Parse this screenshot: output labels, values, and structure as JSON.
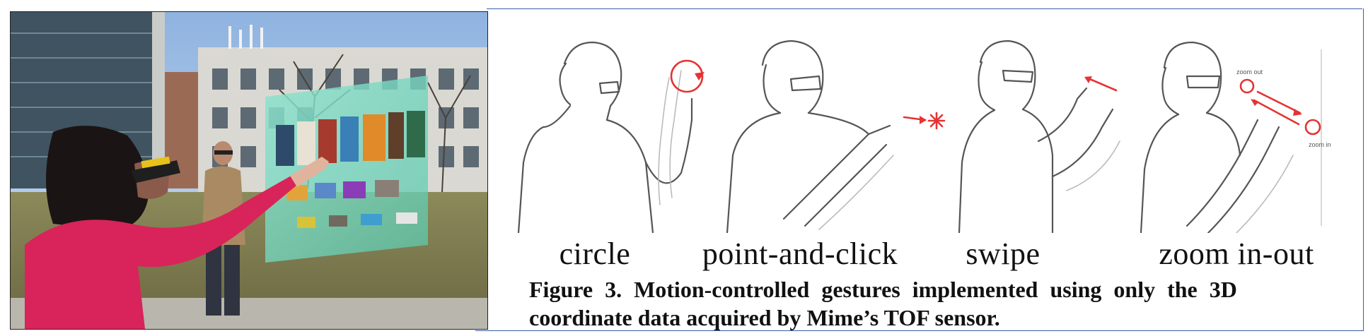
{
  "figure": {
    "gesture_labels": [
      "circle",
      "point-and-click",
      "swipe",
      "zoom in-out"
    ],
    "zoom_annotations": {
      "zoom_out": "zoom out",
      "zoom_in": "zoom in"
    },
    "caption_line1": "Figure 3.  Motion-controlled gestures implemented using only the 3D",
    "caption_line2": "coordinate data acquired by Mime’s TOF sensor."
  },
  "colors": {
    "gesture_arrow": "#e53333",
    "frame": "#3a5ea8",
    "hologram": "#7fd9c3",
    "jacket": "#d8245a"
  }
}
